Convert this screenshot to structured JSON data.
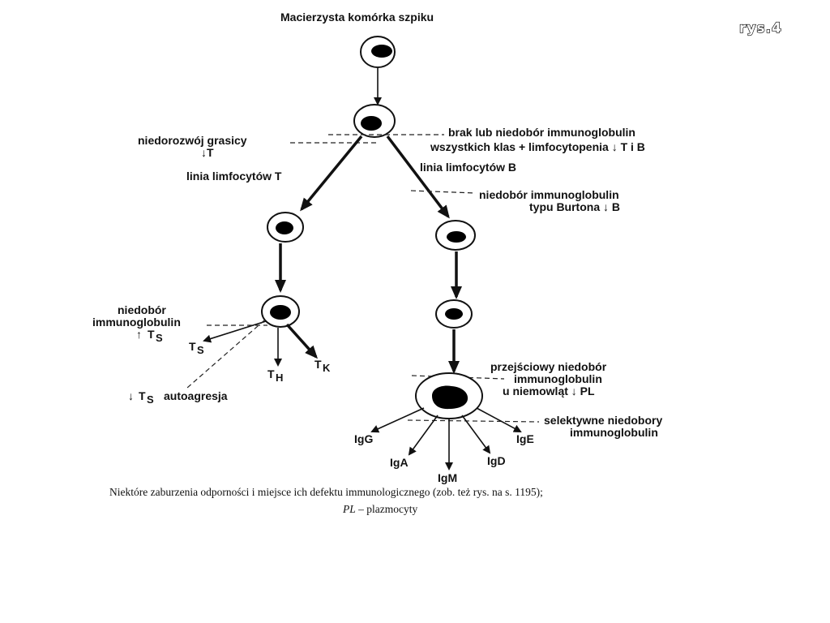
{
  "corner_label": "rys.4",
  "nodes": {
    "stem_cell_title": "Macierzysta komórka szpiku"
  },
  "labels": {
    "thymus_line1": "niedorozwój grasicy",
    "thymus_line2": "↓T",
    "all_classes_line1": "brak lub niedobór immunoglobulin",
    "all_classes_line2": "wszystkich klas + limfocytopenia ↓ T i B",
    "t_lineage": "linia limfocytów T",
    "b_lineage": "linia limfocytów B",
    "burton_line1": "niedobór immunoglobulin",
    "burton_line2": "typu Burtona ↓ B",
    "ts_deficit_line1": "niedobór",
    "ts_deficit_line2": "immunoglobulin",
    "ts_deficit_arrow": "↑",
    "ts_deficit_sym": "T",
    "ts_deficit_sub": "S",
    "ts_out_sym": "T",
    "ts_out_sub": "S",
    "th_sym": "T",
    "th_sub": "H",
    "tk_sym": "T",
    "tk_sub": "K",
    "autoagg_arrow": "↓",
    "autoagg_sym": "T",
    "autoagg_sub": "S",
    "autoagg_text": "autoagresja",
    "transient_line1": "przejściowy niedobór",
    "transient_line2": "immunoglobulin",
    "transient_line3": "u niemowląt ↓ PL",
    "selective_line1": "selektywne niedobory",
    "selective_line2": "immunoglobulin",
    "igg": "IgG",
    "iga": "IgA",
    "igm": "IgM",
    "igd": "IgD",
    "ige": "IgE"
  },
  "caption": {
    "line1": "Niektóre zaburzenia odporności i miejsce ich defektu immunologicznego (zob. też rys. na s. 1195);",
    "line2_italic": "PL",
    "line2_rest": " – plazmocyty"
  }
}
